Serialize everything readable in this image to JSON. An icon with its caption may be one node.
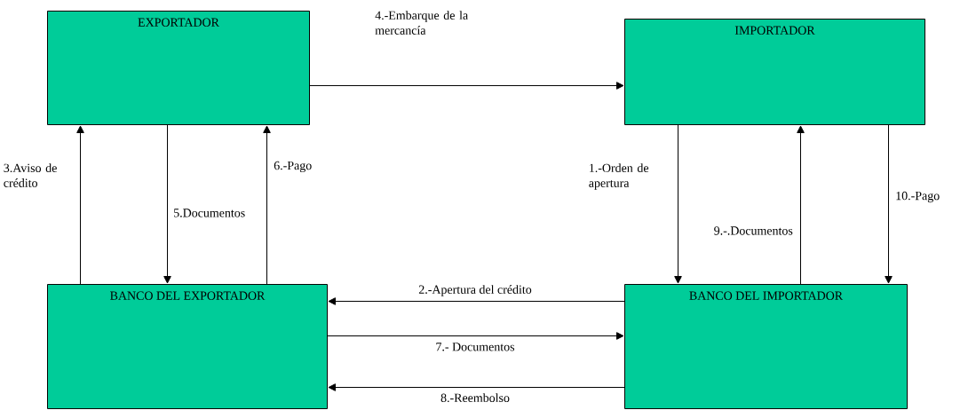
{
  "diagram": {
    "nodes": [
      {
        "text": [
          "EXPORTADOR"
        ]
      },
      {
        "text": [
          "IMPORTADOR"
        ]
      },
      {
        "text": [
          "BANCO DEL EXPORTADOR"
        ]
      },
      {
        "text": [
          "BANCO DEL IMPORTADOR"
        ]
      }
    ],
    "edges": [
      {
        "from": 1,
        "to": 3,
        "arrow": "to",
        "label": "1.-Orden de apertura"
      },
      {
        "from": 3,
        "to": 2,
        "arrow": "to",
        "label": "2.-Apertura del crédito"
      },
      {
        "from": 2,
        "to": 0,
        "arrow": "to",
        "label": "3.Aviso de crédito"
      },
      {
        "from": 0,
        "to": 1,
        "arrow": "to",
        "label": "4.-Embarque de la mercancía"
      },
      {
        "from": 0,
        "to": 2,
        "arrow": "to",
        "label": "5.Documentos"
      },
      {
        "from": 2,
        "to": 0,
        "arrow": "to",
        "label": "6.-Pago"
      },
      {
        "from": 2,
        "to": 3,
        "arrow": "to",
        "label": "7.- Documentos"
      },
      {
        "from": 3,
        "to": 2,
        "arrow": "to",
        "label": "8.-Reembolso"
      },
      {
        "from": 3,
        "to": 1,
        "arrow": "to",
        "label": "9.-.Documentos"
      },
      {
        "from": 1,
        "to": 3,
        "arrow": "to",
        "label": "10.-Pago"
      }
    ]
  }
}
